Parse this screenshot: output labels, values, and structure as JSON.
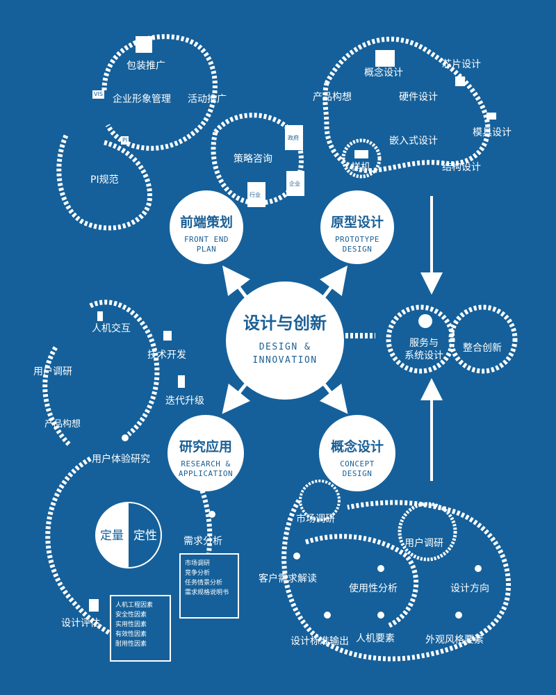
{
  "center": {
    "cn": "设计与创新",
    "en1": "DESIGN &",
    "en2": "INNOVATION"
  },
  "hubs": {
    "front": {
      "cn": "前端策划",
      "en1": "FRONT END",
      "en2": "PLAN"
    },
    "proto": {
      "cn": "原型设计",
      "en1": "PROTOTYPE",
      "en2": "DESIGN"
    },
    "research": {
      "cn": "研究应用",
      "en1": "RESEARCH &",
      "en2": "APPLICATION"
    },
    "concept": {
      "cn": "概念设计",
      "en1": "CONCEPT",
      "en2": "DESIGN"
    }
  },
  "service": {
    "line1": "服务与",
    "line2": "系统设计",
    "integrate": "整合创新"
  },
  "front_labels": {
    "packaging": "包装推广",
    "vis_badge": "VIS",
    "corporate": "企业形象管理",
    "events": "活动推广",
    "pi": "PI规范",
    "pi_badge": "PI",
    "strategy": "策略咨询",
    "gov": "政府",
    "industry": "行业",
    "enterprise": "企业"
  },
  "proto_labels": {
    "concept": "概念设计",
    "chip": "芯片设计",
    "product_idea": "产品构想",
    "hardware": "硬件设计",
    "embedded": "嵌入式设计",
    "mold": "模具设计",
    "sample": "样机",
    "structure": "结构设计"
  },
  "research_labels": {
    "hci": "人机交互",
    "tech": "技术开发",
    "user_research": "用户调研",
    "iterate": "迭代升级",
    "product_idea": "产品构想",
    "ux_research": "用户体验研究",
    "needs": "需求分析",
    "design_eval": "设计评估",
    "quant": "定量",
    "qual": "定性"
  },
  "needs_list": [
    "市场调研",
    "竞争分析",
    "任务情景分析",
    "需求规格说明书"
  ],
  "eval_list": [
    "人机工程因素",
    "安全性因素",
    "实用性因素",
    "有效性因素",
    "耐用性因素"
  ],
  "concept_labels": {
    "market": "市场调研",
    "user_research": "用户调研",
    "client": "客户需求解读",
    "usability": "使用性分析",
    "direction": "设计方向",
    "standard": "设计标准输出",
    "ergonomic": "人机要素",
    "appearance": "外观风格要素"
  }
}
